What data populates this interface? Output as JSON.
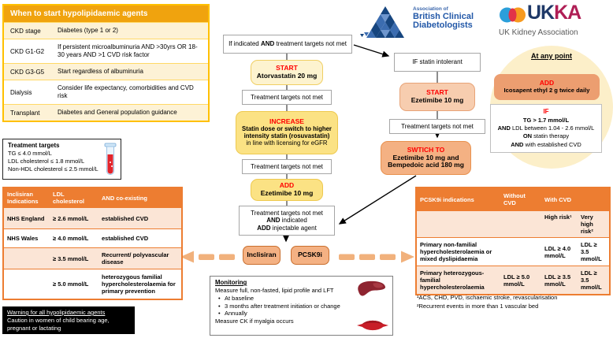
{
  "colors": {
    "gold_header": "#F0A30E",
    "gold_border": "#FFC000",
    "orange_header": "#ED7D31",
    "peach_row": "#FBE5D6",
    "pale_yellow_box": "#FDF3CF",
    "yellow_box": "#FBE284",
    "peach_box": "#F7CDAF",
    "dark_peach_box": "#F4B183",
    "salmon_box": "#EC9E70",
    "circle_bg": "#FCEFC9",
    "keyword_red": "#FF0000",
    "arrow_orange": "#F1B17C"
  },
  "wts": {
    "title": "When to start hypolipidaemic agents",
    "rows": [
      {
        "label": "CKD stage",
        "text": "Diabetes (type 1 or 2)"
      },
      {
        "label": "CKD G1-G2",
        "text": "If persistent microalbuminuria AND >30yrs OR 18-30 years AND >1 CVD risk factor"
      },
      {
        "label": "CKD G3-G5",
        "text": "Start regardless of albuminuria"
      },
      {
        "label": "Dialysis",
        "text": "Consider life expectancy, comorbidities and CVD risk"
      },
      {
        "label": "Transplant",
        "text": "Diabetes and General population guidance"
      }
    ]
  },
  "targets": {
    "title": "Treatment targets",
    "lines": [
      "TG ≤ 4.0 mmol/L",
      "LDL cholesterol ≤ 1.8 mmol/L",
      "Non-HDL cholesterol ≤ 2.5 mmol/L"
    ],
    "icon": "blood-test-tube-icon"
  },
  "inclisiran_table": {
    "headers": [
      "Inclisiran Indications",
      "LDL cholesterol",
      "AND co-existing"
    ],
    "rows": [
      [
        "NHS England",
        "≥ 2.6 mmol/L",
        "established CVD"
      ],
      [
        "NHS Wales",
        "≥ 4.0 mmol/L",
        "established CVD"
      ],
      [
        "",
        "≥ 3.5 mmol/L",
        "Recurrent/ polyvascular disease"
      ],
      [
        "",
        "≥ 5.0 mmol/L",
        "heterozygous familial hypercholesterolaemia for primary prevention"
      ]
    ]
  },
  "warning": {
    "title": "Warning for all hypolipidaemic agents",
    "text": "Caution in women of child bearing age, pregnant or lactating"
  },
  "flow": {
    "entry_pre": "If indicated ",
    "entry_bold": "AND",
    "entry_post": " treatment targets not met",
    "start_statin": {
      "kw": "START",
      "text": "Atorvastatin 20 mg"
    },
    "ttnm": "Treatment targets not met",
    "increase": {
      "kw": "INCREASE",
      "bold": "Statin dose or switch to higher intensity statin (rosuvastatin)",
      "rest": "in line with licensing for eGFR"
    },
    "add": {
      "kw": "ADD",
      "text": "Ezetimibe 10 mg"
    },
    "injectable": {
      "line1": "Treatment targets not met",
      "line2_bold": "AND",
      "line2": " indicated",
      "line3_bold": "ADD",
      "line3": " injectable agent"
    },
    "inclisiran_label": "Inclisiran",
    "pcsk9i_label": "PCSK9i",
    "intolerant": "IF statin intolerant",
    "start_ezetimibe": {
      "kw": "START",
      "text": "Ezetimibe 10 mg"
    },
    "switch": {
      "kw": "SWTICH TO",
      "line1": "Ezetimibe 10 mg and",
      "line2": "Bempedoic acid 180 mg"
    }
  },
  "any_point": {
    "title": "At any point",
    "add": {
      "kw": "ADD",
      "text": "Icosapent ethyl 2 g twice daily"
    },
    "criteria": {
      "kw": "IF",
      "line1": "TG > 1.7 mmol/L",
      "line2_bold": "AND",
      "line2": " LDL between 1.04 - 2.6 mmol/L",
      "line3_bold": "ON",
      "line3": " statin therapy",
      "line4_bold": "AND",
      "line4": " with established CVD"
    }
  },
  "monitoring": {
    "title": "Monitoring",
    "intro": "Measure full, non-fasted, lipid profile and LFT",
    "bullets": [
      "At baseline",
      "3 months after treatment initiation or change",
      "Annually"
    ],
    "outro": "Measure CK if myalgia occurs",
    "icons": [
      "liver-icon",
      "muscle-icon"
    ]
  },
  "pcsk9i_table": {
    "header_col1": "PCSK9i indications",
    "header_col2": "Without CVD",
    "header_col34": "With CVD",
    "sub_high": "High risk¹",
    "sub_veryhigh": "Very high risk²",
    "rows": [
      {
        "name": "Primary non-familial hypercholesterolaemia or mixed dyslipidaemia",
        "without": "",
        "high": "LDL ≥ 4.0 mmol/L",
        "very_high": "LDL ≥ 3.5 mmol/L"
      },
      {
        "name": "Primary heterozygous-familial hypercholesterolaemia",
        "without": "LDL ≥ 5.0 mmol/L",
        "high": "LDL ≥ 3.5 mmol/L",
        "very_high": "LDL ≥ 3.5 mmol/L"
      }
    ],
    "footnote1": "¹ACS, CHD, PVD, ischaemic stroke, revascularisation",
    "footnote2": "²Recurrent events in more than 1 vascular bed"
  },
  "logos": {
    "abcd": {
      "line1": "Association of",
      "line2": "British Clinical",
      "line3": "Diabetologists"
    },
    "ukka": {
      "uk": "UK",
      "ka": "KA",
      "subtitle": "UK Kidney Association"
    }
  }
}
